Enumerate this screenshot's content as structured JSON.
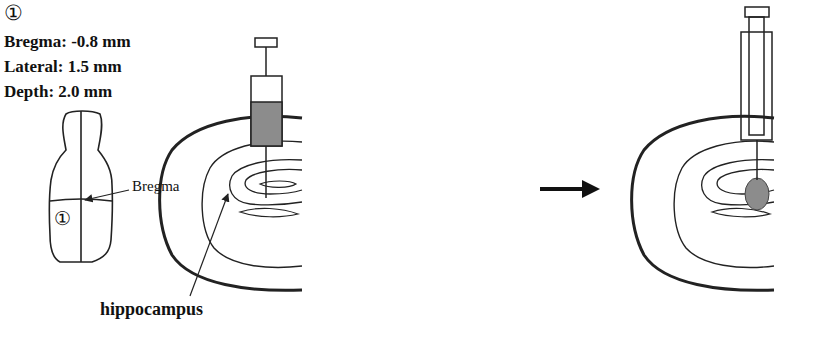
{
  "diagram": {
    "labels": [
      "①",
      "Bregma: -0.8 mm",
      "Lateral: 1.5 mm",
      "Depth: 2.0 mm",
      "Bregma",
      "①",
      "hippocampus"
    ]
  }
}
